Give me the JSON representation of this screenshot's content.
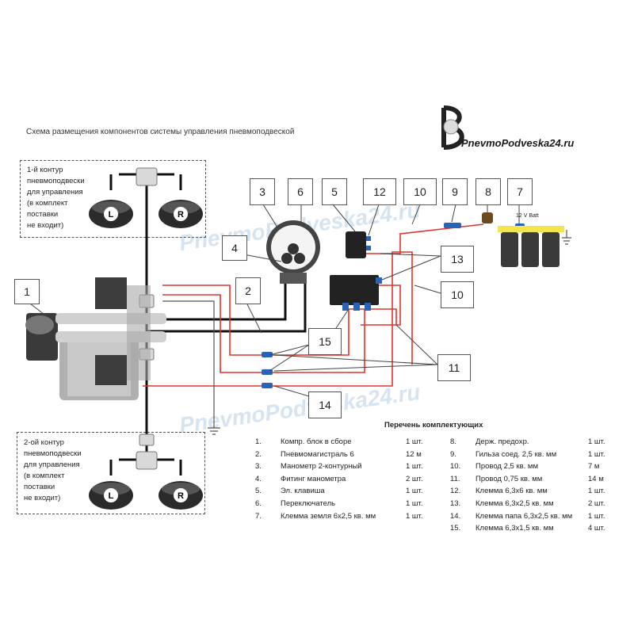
{
  "title": "Схема размещения компонентов системы управления пневмоподвеской",
  "brand": {
    "name": "PnevmoPodveska24.ru"
  },
  "watermark": "PnevmoPodveska24.ru",
  "contour1": {
    "lines": [
      "1-й контур",
      "пневмоподвески",
      "для управления",
      "(в комплект",
      "поставки",
      "не входит)"
    ]
  },
  "contour2": {
    "lines": [
      "2-ой контур",
      "пневмоподвески",
      "для управления",
      "(в комплект",
      "поставки",
      "не входит)"
    ]
  },
  "bags": {
    "left": "L",
    "right": "R"
  },
  "battery_label": "12 V Batt",
  "callouts": {
    "c1": "1",
    "c2": "2",
    "c3": "3",
    "c4": "4",
    "c5": "5",
    "c6": "6",
    "c7": "7",
    "c8": "8",
    "c9": "9",
    "c10a": "10",
    "c10b": "10",
    "c11": "11",
    "c12": "12",
    "c13": "13",
    "c14": "14",
    "c15": "15"
  },
  "legend": {
    "title": "Перечень комплектующих",
    "left": [
      {
        "n": "1.",
        "name": "Компр. блок в сборе",
        "qty": "1 шт."
      },
      {
        "n": "2.",
        "name": "Пневмомагистраль 6",
        "qty": "12 м"
      },
      {
        "n": "3.",
        "name": "Манометр 2-контурный",
        "qty": "1 шт."
      },
      {
        "n": "4.",
        "name": "Фитинг манометра",
        "qty": "2 шт."
      },
      {
        "n": "5.",
        "name": "Эл. клавиша",
        "qty": "1 шт."
      },
      {
        "n": "6.",
        "name": "Переключатель",
        "qty": "1 шт."
      },
      {
        "n": "7.",
        "name": "Клемма земля 6х2,5 кв. мм",
        "qty": "1 шт."
      }
    ],
    "right": [
      {
        "n": "8.",
        "name": "Держ. предохр.",
        "qty": "1 шт."
      },
      {
        "n": "9.",
        "name": "Гильза соед. 2,5 кв. мм",
        "qty": "1 шт."
      },
      {
        "n": "10.",
        "name": "Провод 2,5 кв. мм",
        "qty": "7 м"
      },
      {
        "n": "11.",
        "name": "Провод 0,75 кв. мм",
        "qty": "14 м"
      },
      {
        "n": "12.",
        "name": "Клемма 6,3х6 кв. мм",
        "qty": "1 шт."
      },
      {
        "n": "13.",
        "name": "Клемма 6,3х2,5 кв. мм",
        "qty": "2 шт."
      },
      {
        "n": "14.",
        "name": "Клемма папа 6,3х2,5 кв. мм",
        "qty": "1 шт."
      },
      {
        "n": "15.",
        "name": "Клемма 6,3х1,5 кв. мм",
        "qty": "4 шт."
      }
    ]
  },
  "colors": {
    "air_line": "#111111",
    "power_wire": "#e0342a",
    "signal_wire": "#e0342a",
    "connector": "#2a62b5",
    "battery_top": "#f2e64a",
    "watermark": "#c9dcee"
  }
}
